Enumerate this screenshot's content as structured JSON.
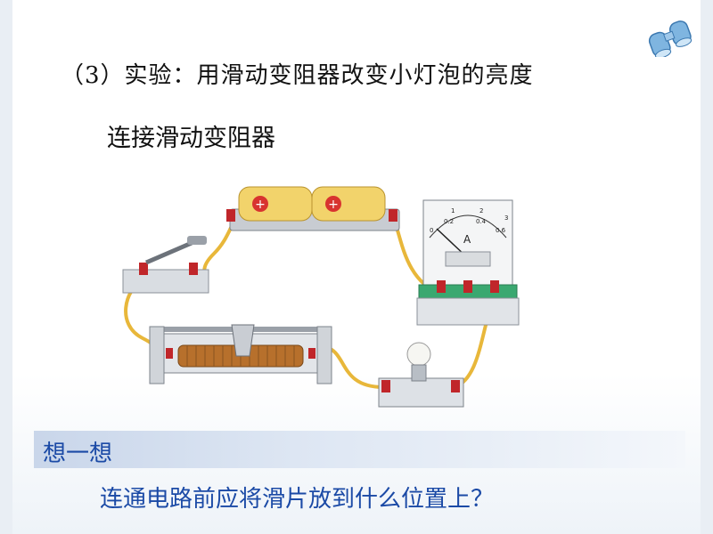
{
  "slide": {
    "title": "（3）实验：用滑动变阻器改变小灯泡的亮度",
    "subtitle": "连接滑动变阻器",
    "think_label": "想一想",
    "question": "连通电路前应将滑片放到什么位置上？"
  },
  "ammeter": {
    "scale_labels": [
      "0",
      "0.2",
      "0.4",
      "0.6"
    ],
    "top_labels": [
      "1",
      "2",
      "3"
    ],
    "unit": "A"
  },
  "battery": {
    "symbols": [
      "+",
      "+"
    ]
  },
  "colors": {
    "question_blue": "#1b4aa6",
    "wire_yellow": "#f0c24a",
    "battery_yellow": "#f2d36b",
    "terminal_red": "#c0262a"
  },
  "icons": [
    "binoculars-icon"
  ]
}
